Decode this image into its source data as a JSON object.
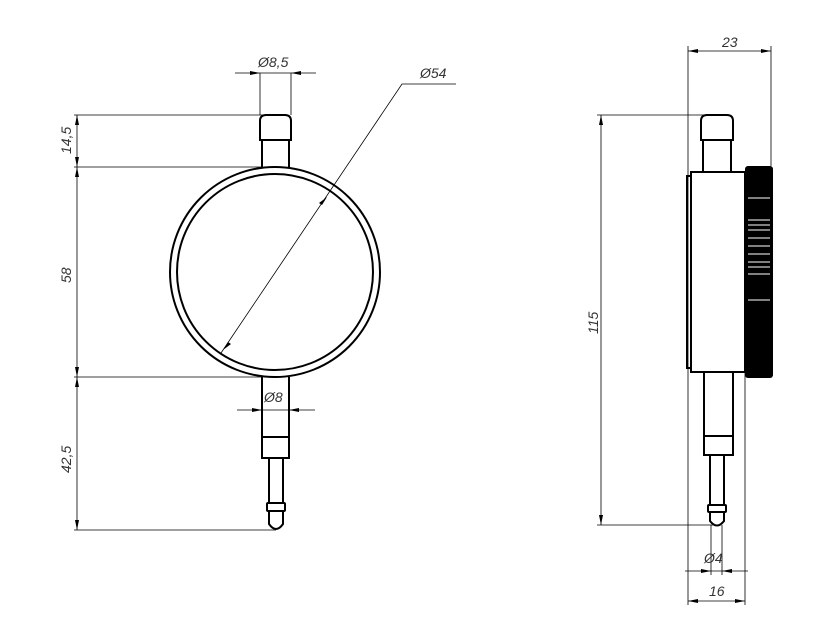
{
  "front_view": {
    "cap_diameter": "Ø8,5",
    "dial_diameter": "Ø54",
    "stem_diameter": "Ø8",
    "cap_height": "14,5",
    "body_height": "58",
    "stem_length": "42,5"
  },
  "side_view": {
    "total_depth": "23",
    "total_height": "115",
    "probe_diameter": "Ø4",
    "body_depth": "16"
  }
}
